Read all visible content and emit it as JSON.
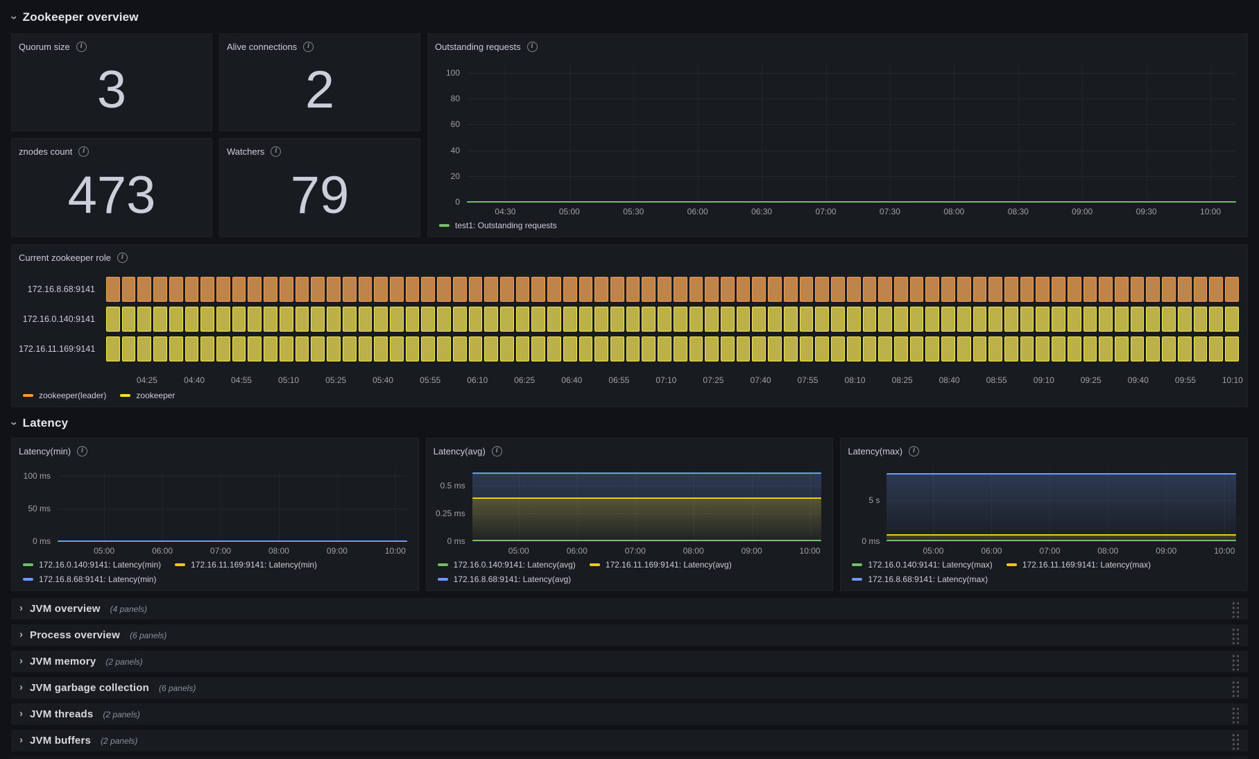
{
  "page": {
    "background": "#111217",
    "panel_background": "#181B1F"
  },
  "sections": {
    "overview": {
      "title": "Zookeeper overview"
    },
    "latency": {
      "title": "Latency"
    }
  },
  "stats": [
    {
      "title": "Quorum size",
      "value": "3"
    },
    {
      "title": "Alive connections",
      "value": "2"
    },
    {
      "title": "znodes count",
      "value": "473"
    },
    {
      "title": "Watchers",
      "value": "79"
    }
  ],
  "panels": {
    "outstanding": {
      "title": "Outstanding requests"
    },
    "role": {
      "title": "Current zookeeper role"
    },
    "latency_min": {
      "title": "Latency(min)"
    },
    "latency_avg": {
      "title": "Latency(avg)"
    },
    "latency_max": {
      "title": "Latency(max)"
    }
  },
  "collapsed_rows": [
    {
      "title": "JVM overview",
      "count": "(4 panels)"
    },
    {
      "title": "Process overview",
      "count": "(6 panels)"
    },
    {
      "title": "JVM memory",
      "count": "(2 panels)"
    },
    {
      "title": "JVM garbage collection",
      "count": "(6 panels)"
    },
    {
      "title": "JVM threads",
      "count": "(2 panels)"
    },
    {
      "title": "JVM buffers",
      "count": "(2 panels)"
    }
  ],
  "chart_data": [
    {
      "type": "line",
      "title": "Outstanding requests",
      "x_range": [
        "04:12",
        "10:12"
      ],
      "ymax": 107,
      "yticks": [
        {
          "v": 100,
          "label": "100"
        },
        {
          "v": 80,
          "label": "80"
        },
        {
          "v": 60,
          "label": "60"
        },
        {
          "v": 40,
          "label": "40"
        },
        {
          "v": 20,
          "label": "20"
        },
        {
          "v": 0,
          "label": "0"
        }
      ],
      "xticks": [
        {
          "label": "04:30",
          "pct": 5
        },
        {
          "label": "05:00",
          "pct": 13.33
        },
        {
          "label": "05:30",
          "pct": 21.67
        },
        {
          "label": "06:00",
          "pct": 30
        },
        {
          "label": "06:30",
          "pct": 38.33
        },
        {
          "label": "07:00",
          "pct": 46.67
        },
        {
          "label": "07:30",
          "pct": 55
        },
        {
          "label": "08:00",
          "pct": 63.33
        },
        {
          "label": "08:30",
          "pct": 71.67
        },
        {
          "label": "09:00",
          "pct": 80
        },
        {
          "label": "09:30",
          "pct": 88.33
        },
        {
          "label": "10:00",
          "pct": 96.67
        }
      ],
      "series": [
        {
          "name": "test1: Outstanding requests",
          "color": "#73BF69",
          "value": 0,
          "unit": "requests",
          "area": false,
          "shape": "flat"
        }
      ]
    },
    {
      "type": "line",
      "title": "Latency(min)",
      "unit": "ms",
      "ymax": 112,
      "yticks": [
        {
          "v": 100,
          "label": "100 ms"
        },
        {
          "v": 50,
          "label": "50 ms"
        },
        {
          "v": 0,
          "label": "0 ms"
        }
      ],
      "xticks": [
        {
          "label": "05:00",
          "pct": 13.33
        },
        {
          "label": "06:00",
          "pct": 30
        },
        {
          "label": "07:00",
          "pct": 46.67
        },
        {
          "label": "08:00",
          "pct": 63.33
        },
        {
          "label": "09:00",
          "pct": 80
        },
        {
          "label": "10:00",
          "pct": 96.67
        }
      ],
      "series": [
        {
          "name": "172.16.0.140:9141: Latency(min)",
          "color": "#73BF69",
          "value": 0,
          "area": false,
          "shape": "flat"
        },
        {
          "name": "172.16.11.169:9141: Latency(min)",
          "color": "#F2CC0C",
          "value": 0,
          "area": false,
          "shape": "flat"
        },
        {
          "name": "172.16.8.68:9141: Latency(min)",
          "color": "#6E9BF7",
          "value": 0,
          "area": false,
          "shape": "flat"
        }
      ]
    },
    {
      "type": "line",
      "title": "Latency(avg)",
      "unit": "ms",
      "ymax": 0.66,
      "yticks": [
        {
          "v": 0.5,
          "label": "0.5 ms"
        },
        {
          "v": 0.25,
          "label": "0.25 ms"
        },
        {
          "v": 0,
          "label": "0 ms"
        }
      ],
      "xticks": [
        {
          "label": "05:00",
          "pct": 13.33
        },
        {
          "label": "06:00",
          "pct": 30
        },
        {
          "label": "07:00",
          "pct": 46.67
        },
        {
          "label": "08:00",
          "pct": 63.33
        },
        {
          "label": "09:00",
          "pct": 80
        },
        {
          "label": "10:00",
          "pct": 96.67
        }
      ],
      "series": [
        {
          "name": "172.16.0.140:9141: Latency(avg)",
          "color": "#73BF69",
          "value": 0.004,
          "area": false,
          "shape": "flat"
        },
        {
          "name": "172.16.11.169:9141: Latency(avg)",
          "color": "#F2CC0C",
          "value": 0.39,
          "area": true,
          "shape": "flat"
        },
        {
          "name": "172.16.8.68:9141: Latency(avg)",
          "color": "#6E9BF7",
          "value": 0.615,
          "area": true,
          "shape": "flat"
        }
      ]
    },
    {
      "type": "line",
      "title": "Latency(max)",
      "unit": "s",
      "ymax": 8.9,
      "yticks": [
        {
          "v": 5,
          "label": "5 s"
        },
        {
          "v": 0,
          "label": "0 ms"
        }
      ],
      "xticks": [
        {
          "label": "05:00",
          "pct": 13.33
        },
        {
          "label": "06:00",
          "pct": 30
        },
        {
          "label": "07:00",
          "pct": 46.67
        },
        {
          "label": "08:00",
          "pct": 63.33
        },
        {
          "label": "09:00",
          "pct": 80
        },
        {
          "label": "10:00",
          "pct": 96.67
        }
      ],
      "series": [
        {
          "name": "172.16.0.140:9141: Latency(max)",
          "color": "#73BF69",
          "value": 0.1,
          "area": false,
          "shape": "flat"
        },
        {
          "name": "172.16.11.169:9141: Latency(max)",
          "color": "#F2CC0C",
          "value": 0.8,
          "area": true,
          "shape": "flat"
        },
        {
          "name": "172.16.8.68:9141: Latency(max)",
          "color": "#6E9BF7",
          "value": 8.2,
          "area": true,
          "shape": "flat"
        }
      ]
    },
    {
      "type": "state-timeline",
      "title": "Current zookeeper role",
      "x_range": [
        "04:12",
        "10:12"
      ],
      "segments": 72,
      "rows": [
        {
          "label": "172.16.8.68:9141",
          "state": "zookeeper(leader)",
          "fill": "#BE8449",
          "border": "#F29C4F"
        },
        {
          "label": "172.16.0.140:9141",
          "state": "zookeeper",
          "fill": "#BCB148",
          "border": "#F5E84E"
        },
        {
          "label": "172.16.11.169:9141",
          "state": "zookeeper",
          "fill": "#BCB148",
          "border": "#F5E84E"
        }
      ],
      "xticks": [
        {
          "label": "04:25",
          "pct": 3.61
        },
        {
          "label": "04:40",
          "pct": 7.78
        },
        {
          "label": "04:55",
          "pct": 11.94
        },
        {
          "label": "05:10",
          "pct": 16.11
        },
        {
          "label": "05:25",
          "pct": 20.28
        },
        {
          "label": "05:40",
          "pct": 24.44
        },
        {
          "label": "05:55",
          "pct": 28.61
        },
        {
          "label": "06:10",
          "pct": 32.78
        },
        {
          "label": "06:25",
          "pct": 36.94
        },
        {
          "label": "06:40",
          "pct": 41.11
        },
        {
          "label": "06:55",
          "pct": 45.28
        },
        {
          "label": "07:10",
          "pct": 49.44
        },
        {
          "label": "07:25",
          "pct": 53.61
        },
        {
          "label": "07:40",
          "pct": 57.78
        },
        {
          "label": "07:55",
          "pct": 61.94
        },
        {
          "label": "08:10",
          "pct": 66.11
        },
        {
          "label": "08:25",
          "pct": 70.28
        },
        {
          "label": "08:40",
          "pct": 74.44
        },
        {
          "label": "08:55",
          "pct": 78.61
        },
        {
          "label": "09:10",
          "pct": 82.78
        },
        {
          "label": "09:25",
          "pct": 86.94
        },
        {
          "label": "09:40",
          "pct": 91.11
        },
        {
          "label": "09:55",
          "pct": 95.28
        },
        {
          "label": "10:10",
          "pct": 99.44
        }
      ],
      "legend": [
        {
          "label": "zookeeper(leader)",
          "color": "#FF9830"
        },
        {
          "label": "zookeeper",
          "color": "#FADE2A"
        }
      ]
    }
  ],
  "icons": {
    "info": "i",
    "chevron_expanded": "›",
    "chevron_collapsed": "›"
  }
}
